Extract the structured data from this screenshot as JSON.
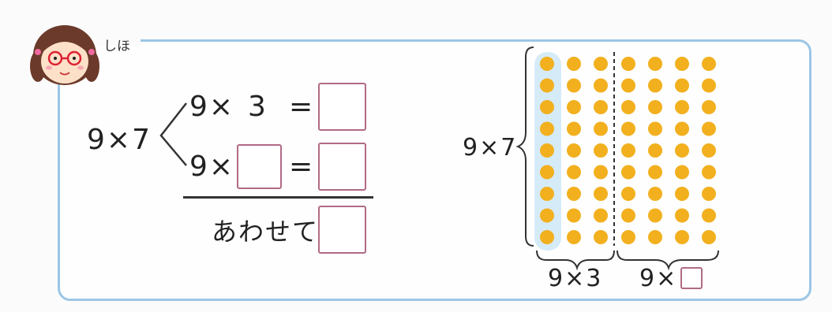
{
  "speaker": {
    "name": "しほ"
  },
  "equation": {
    "left": "9×7",
    "line1_left": "9×",
    "line1_num": "3",
    "line2_left": "9×",
    "equals": "=",
    "total_label": "あわせて"
  },
  "figure": {
    "side_label": "9×7",
    "bottom_left_label": "9×3",
    "bottom_right_label": "9×",
    "rows": 9,
    "columns": 7,
    "split_after_column": 3,
    "dot_color": "#f2b01f",
    "highlight_color": "#d6ebf8"
  }
}
